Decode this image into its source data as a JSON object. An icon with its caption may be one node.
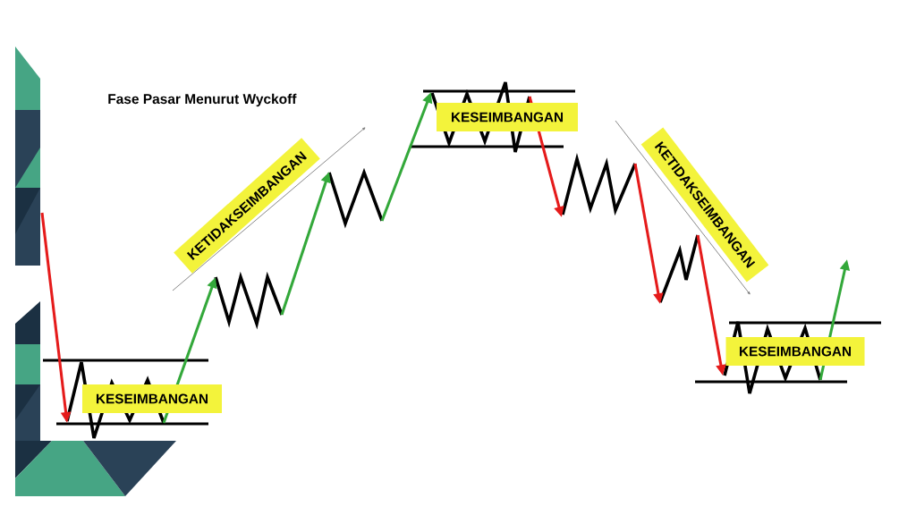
{
  "diagram": {
    "title": "Fase Pasar Menurut Wyckoff",
    "nodes": [
      {
        "text": [
          "KESEIMBANGAN"
        ]
      },
      {
        "text": [
          "KETIDAKSEIMBANGAN"
        ]
      },
      {
        "text": [
          "KESEIMBANGAN"
        ]
      },
      {
        "text": [
          "KETIDAKSEIMBANGAN"
        ]
      },
      {
        "text": [
          "KESEIMBANGAN"
        ]
      }
    ]
  }
}
